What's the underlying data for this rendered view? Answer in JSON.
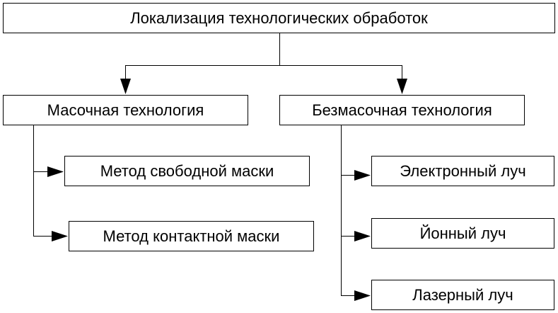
{
  "root": {
    "label": "Локализация технологических обработок"
  },
  "branches": [
    {
      "label": "Масочная технология",
      "children": [
        "Метод свободной маски",
        "Метод контактной маски"
      ]
    },
    {
      "label": "Безмасочная технология",
      "children": [
        "Электронный луч",
        "Йонный луч",
        "Лазерный луч"
      ]
    }
  ],
  "colors": {
    "line": "#000000",
    "box_border": "#000000",
    "background": "#ffffff"
  }
}
